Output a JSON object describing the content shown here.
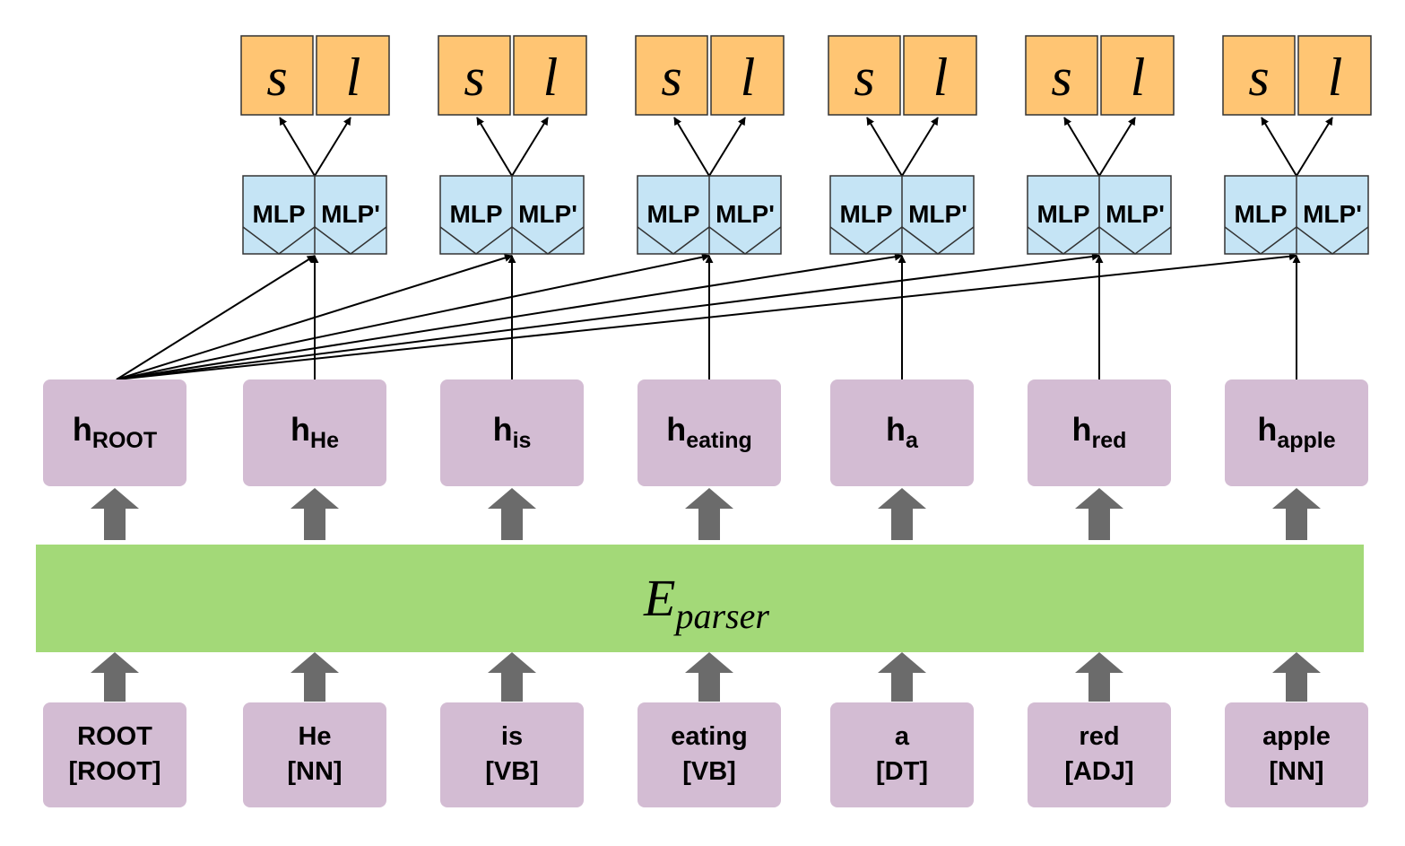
{
  "encoder": {
    "label": "E",
    "subscript": "parser"
  },
  "tokens": [
    {
      "word": "ROOT",
      "tag": "[ROOT]",
      "h": "h",
      "h_sub": "ROOT"
    },
    {
      "word": "He",
      "tag": "[NN]",
      "h": "h",
      "h_sub": "He"
    },
    {
      "word": "is",
      "tag": "[VB]",
      "h": "h",
      "h_sub": "is"
    },
    {
      "word": "eating",
      "tag": "[VB]",
      "h": "h",
      "h_sub": "eating"
    },
    {
      "word": "a",
      "tag": "[DT]",
      "h": "h",
      "h_sub": "a"
    },
    {
      "word": "red",
      "tag": "[ADJ]",
      "h": "h",
      "h_sub": "red"
    },
    {
      "word": "apple",
      "tag": "[NN]",
      "h": "h",
      "h_sub": "apple"
    }
  ],
  "heads": [
    {
      "mlp_left": "MLP",
      "mlp_right": "MLP'",
      "score": "s",
      "label": "l"
    },
    {
      "mlp_left": "MLP",
      "mlp_right": "MLP'",
      "score": "s",
      "label": "l"
    },
    {
      "mlp_left": "MLP",
      "mlp_right": "MLP'",
      "score": "s",
      "label": "l"
    },
    {
      "mlp_left": "MLP",
      "mlp_right": "MLP'",
      "score": "s",
      "label": "l"
    },
    {
      "mlp_left": "MLP",
      "mlp_right": "MLP'",
      "score": "s",
      "label": "l"
    },
    {
      "mlp_left": "MLP",
      "mlp_right": "MLP'",
      "score": "s",
      "label": "l"
    }
  ],
  "colors": {
    "token_box": "#d3bcd3",
    "encoder": "#a3d978",
    "mlp": "#c5e4f5",
    "output": "#ffc573",
    "block_arrow": "#6b6b6b",
    "line": "#000000"
  }
}
